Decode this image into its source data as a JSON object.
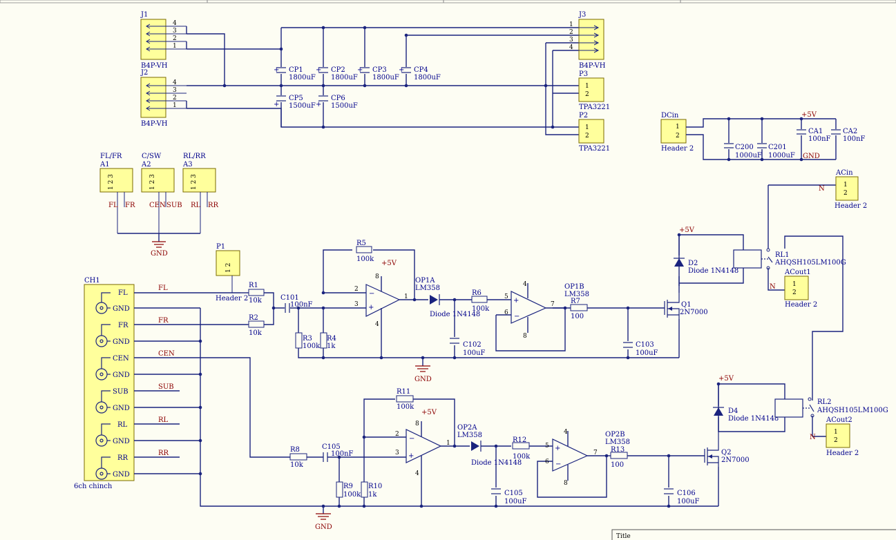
{
  "connectors": {
    "j1": {
      "ref": "J1",
      "value": "B4P-VH",
      "pins": [
        "4",
        "3",
        "2",
        "1"
      ]
    },
    "j2": {
      "ref": "J2",
      "value": "B4P-VH",
      "pins": [
        "4",
        "3",
        "2",
        "1"
      ]
    },
    "j3": {
      "ref": "J3",
      "value": "B4P-VH",
      "pins": [
        "1",
        "2",
        "3",
        "4"
      ]
    },
    "p3": {
      "ref": "P3",
      "value": "TPA3221",
      "pins": [
        "1",
        "2"
      ]
    },
    "p2": {
      "ref": "P2",
      "value": "TPA3221",
      "pins": [
        "1",
        "2"
      ]
    },
    "p1": {
      "ref": "P1",
      "value": "Header 2",
      "pins": [
        "1",
        "2"
      ]
    },
    "dcin": {
      "ref": "DCin",
      "value": "Header 2",
      "pins": [
        "1",
        "2"
      ]
    },
    "acin": {
      "ref": "ACin",
      "value": "Header 2",
      "pins": [
        "1",
        "2"
      ]
    },
    "acout1": {
      "ref": "ACout1",
      "value": "Header 2",
      "pins": [
        "1",
        "2"
      ]
    },
    "acout2": {
      "ref": "ACout2",
      "value": "Header 2",
      "pins": [
        "1",
        "2"
      ]
    },
    "a1": {
      "ref": "A1",
      "title": "FL/FR",
      "pins": "1 2 3"
    },
    "a2": {
      "ref": "A2",
      "title": "C/SW",
      "pins": "1 2 3"
    },
    "a3": {
      "ref": "A3",
      "title": "RL/RR",
      "pins": "1 2 3"
    },
    "ch1": {
      "ref": "CH1",
      "value": "6ch chinch",
      "rows": [
        "FL",
        "GND",
        "FR",
        "GND",
        "CEN",
        "GND",
        "SUB",
        "GND",
        "RL",
        "GND",
        "RR",
        "GND"
      ]
    }
  },
  "capacitors": {
    "cp1": {
      "ref": "CP1",
      "value": "1800uF"
    },
    "cp2": {
      "ref": "CP2",
      "value": "1800uF"
    },
    "cp3": {
      "ref": "CP3",
      "value": "1800uF"
    },
    "cp4": {
      "ref": "CP4",
      "value": "1800uF"
    },
    "cp5": {
      "ref": "CP5",
      "value": "1500uF"
    },
    "cp6": {
      "ref": "CP6",
      "value": "1500uF"
    },
    "c200": {
      "ref": "C200",
      "value": "1000uF"
    },
    "c201": {
      "ref": "C201",
      "value": "1000uF"
    },
    "ca1": {
      "ref": "CA1",
      "value": "100nF"
    },
    "ca2": {
      "ref": "CA2",
      "value": "100nF"
    },
    "c101": {
      "ref": "C101",
      "value": "100nF"
    },
    "c102": {
      "ref": "C102",
      "value": "100uF"
    },
    "c103": {
      "ref": "C103",
      "value": "100uF"
    },
    "c105": {
      "ref": "C105",
      "value": "100nF"
    },
    "c105b": {
      "ref": "C105",
      "value": "100uF"
    },
    "c106": {
      "ref": "C106",
      "value": "100uF"
    }
  },
  "resistors": {
    "r1": {
      "ref": "R1",
      "value": "10k"
    },
    "r2": {
      "ref": "R2",
      "value": "10k"
    },
    "r3": {
      "ref": "R3",
      "value": "100k"
    },
    "r4": {
      "ref": "R4",
      "value": "1k"
    },
    "r5": {
      "ref": "R5",
      "value": "100k"
    },
    "r6": {
      "ref": "R6",
      "value": "100k"
    },
    "r7": {
      "ref": "R7",
      "value": "100"
    },
    "r8": {
      "ref": "R8",
      "value": "10k"
    },
    "r9": {
      "ref": "R9",
      "value": "100k"
    },
    "r10": {
      "ref": "R10",
      "value": "1k"
    },
    "r11": {
      "ref": "R11",
      "value": "100k"
    },
    "r12": {
      "ref": "R12",
      "value": "100k"
    },
    "r13": {
      "ref": "R13",
      "value": "100"
    }
  },
  "actives": {
    "op1a": {
      "ref": "OP1A",
      "value": "LM358"
    },
    "op1b": {
      "ref": "OP1B",
      "value": "LM358"
    },
    "op2a": {
      "ref": "OP2A",
      "value": "LM358"
    },
    "op2b": {
      "ref": "OP2B",
      "value": "LM358"
    },
    "d2": {
      "ref": "D2",
      "value": "Diode 1N4148"
    },
    "d4": {
      "ref": "D4",
      "value": "Diode 1N4148"
    },
    "d_op1": {
      "value": "Diode 1N4148"
    },
    "d_op2": {
      "value": "Diode 1N4148"
    },
    "q1": {
      "ref": "Q1",
      "value": "2N7000"
    },
    "q2": {
      "ref": "Q2",
      "value": "2N7000"
    },
    "rl1": {
      "ref": "RL1",
      "value": "AHQSH105LM100G"
    },
    "rl2": {
      "ref": "RL2",
      "value": "AHQSH105LM100G"
    }
  },
  "nets": {
    "fl": "FL",
    "fr": "FR",
    "cen": "CEN",
    "sub": "SUB",
    "rl": "RL",
    "rr": "RR",
    "gnd": "GND",
    "v5": "+5V",
    "n": "N"
  },
  "opamp_pins": {
    "in_minus": "2",
    "in_plus": "3",
    "out": "1",
    "b_plus": "5",
    "b_minus": "6",
    "b_out": "7",
    "v_pos": "8",
    "v_neg": "4"
  },
  "title_block": {
    "label": "Title"
  }
}
